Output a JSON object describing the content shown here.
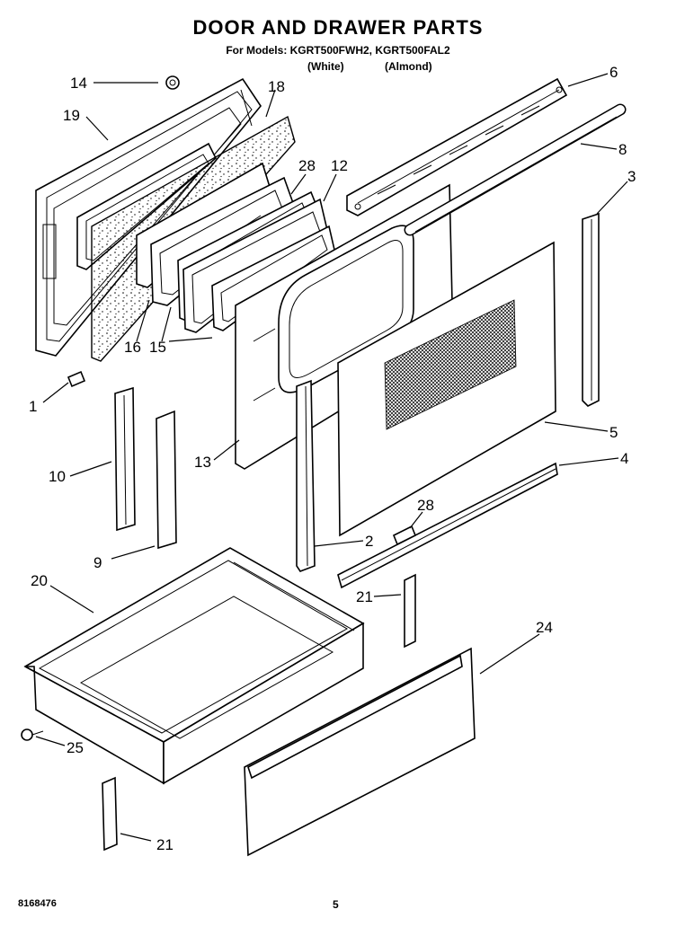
{
  "header": {
    "title": "DOOR AND DRAWER PARTS",
    "models": "For Models: KGRT500FWH2, KGRT500FAL2",
    "variant_white": "(White)",
    "variant_almond": "(Almond)"
  },
  "callouts": {
    "c1": "1",
    "c2": "2",
    "c3": "3",
    "c4": "4",
    "c5": "5",
    "c6": "6",
    "c8": "8",
    "c9": "9",
    "c10": "10",
    "c12": "12",
    "c13": "13",
    "c14": "14",
    "c15": "15",
    "c16": "16",
    "c18": "18",
    "c19": "19",
    "c20": "20",
    "c21a": "21",
    "c21b": "21",
    "c24": "24",
    "c25": "25",
    "c28a": "28",
    "c28b": "28"
  },
  "footer": {
    "doc_number": "8168476",
    "page_number": "5"
  }
}
